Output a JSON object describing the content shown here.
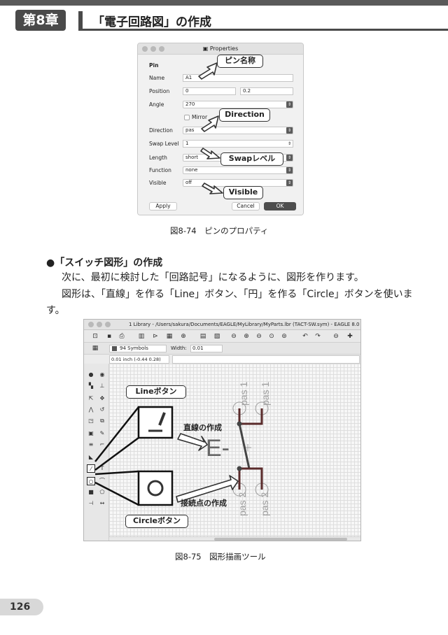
{
  "header": {
    "chapter": "第8章",
    "title": "「電子回路図」の作成"
  },
  "properties_window": {
    "title": "Properties",
    "section": "Pin",
    "rows": [
      {
        "label": "Name",
        "value": "A1"
      },
      {
        "label": "Position",
        "value": "0",
        "value2": "0.2"
      },
      {
        "label": "Angle",
        "value": "270"
      },
      {
        "label": "",
        "value": "Mirror"
      },
      {
        "label": "Direction",
        "value": "pas"
      },
      {
        "label": "Swap Level",
        "value": "1"
      },
      {
        "label": "Length",
        "value": "short"
      },
      {
        "label": "Function",
        "value": "none"
      },
      {
        "label": "Visible",
        "value": "off"
      }
    ],
    "apply_label": "Apply",
    "cancel_label": "Cancel",
    "ok_label": "OK"
  },
  "callouts1": {
    "pin_name": "ピン名称",
    "direction": "Direction",
    "swap": "Swapレベル",
    "visible": "Visible"
  },
  "fig1_caption": "図8-74　ピンのプロパティ",
  "section_heading": "●「スイッチ図形」の作成",
  "paragraphs": {
    "p1": "次に、最初に検討した「回路記号」になるように、図形を作ります。",
    "p2": "図形は、「直線」を作る「Line」ボタン、「円」を作る「Circle」ボタンを使いま",
    "p3": "す。"
  },
  "eagle_window": {
    "title": "1 Library - /Users/sakura/Documents/EAGLE/MyLibrary/MyParts.lbr (TACT-SW.sym) - EAGLE 8.0",
    "layer": "94 Symbols",
    "width_label": "Width:",
    "width_value": "0.01",
    "coord": "0.01 inch (-0.44 0.28)"
  },
  "canvas_labels": {
    "pin_top_left": "pas 1",
    "pin_top_right": "pas 1",
    "pin_bottom_left": "pas 2",
    "pin_bottom_right": "pas 2",
    "symbol_text": "E-"
  },
  "callouts2": {
    "line_button": "Lineボタン",
    "line_make": "直線の作成",
    "circle_button": "Circleボタン",
    "contact_make": "接続点の作成"
  },
  "fig2_caption": "図8-75　図形描画ツール",
  "page_number": "126"
}
